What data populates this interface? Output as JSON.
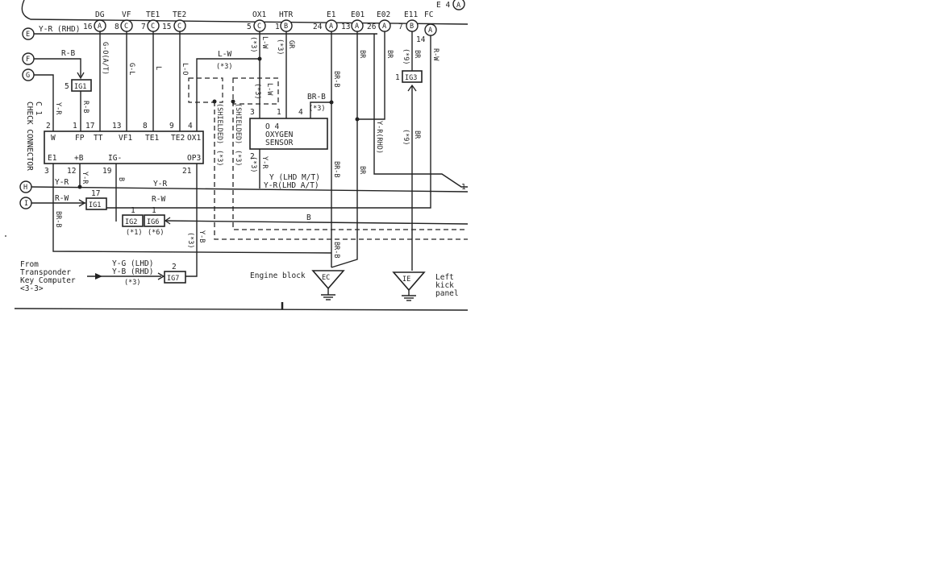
{
  "colors": {
    "ink": "#222222",
    "paper": "#ffffff"
  },
  "header_ref": {
    "label": "E 4",
    "letter": "A"
  },
  "top_connectors": {
    "dg": {
      "name": "DG",
      "pin": "16",
      "letter": "A"
    },
    "vf": {
      "name": "VF",
      "pin": "8",
      "letter": "C"
    },
    "te1": {
      "name": "TE1",
      "pin": "7",
      "letter": "C"
    },
    "te2": {
      "name": "TE2",
      "pin": "15",
      "letter": "C"
    },
    "ox1": {
      "name": "OX1",
      "pin": "5",
      "letter": "C"
    },
    "htr": {
      "name": "HTR",
      "pin": "1",
      "letter": "B"
    },
    "e1": {
      "name": "E1",
      "pin": "24",
      "letter": "A"
    },
    "e01": {
      "name": "E01",
      "pin": "13",
      "letter": "A"
    },
    "e02": {
      "name": "E02",
      "pin": "26",
      "letter": "A"
    },
    "e11": {
      "name": "E11",
      "pin": "7",
      "letter": "B"
    },
    "fc": {
      "name": "FC",
      "pin": "14",
      "letter": "A"
    }
  },
  "left_refs": [
    "E",
    "F",
    "G",
    "H",
    "I"
  ],
  "wire_colors": {
    "y_r_rhd": "Y-R (RHD)",
    "r_b": "R-B",
    "y_r": "Y-R",
    "g_o_at": "G-O(A/T)",
    "g_l": "G-L",
    "l": "L",
    "l_o": "L-O",
    "l_w": "L-W",
    "gr": "GR",
    "br_b": "BR-B",
    "br": "BR",
    "r_w": "R-W",
    "b": "B",
    "y_b": "Y-B",
    "y_lhd_mt": "Y (LHD M/T)",
    "y_r_lhd_at": "Y-R(LHD A/T)",
    "y_r_rhd2": "Y-R(RHD)"
  },
  "notes": {
    "n1": "(*1)",
    "n3": "(*3)",
    "n6": "(*6)",
    "n9": "(*9)"
  },
  "shielded": "(SHIELDED)",
  "check_connector": {
    "title1": "C 1",
    "title2": "CHECK CONNECTOR",
    "top_pins": {
      "w": "W",
      "fp": "FP",
      "tt": "TT",
      "vf1": "VF1",
      "te1": "TE1",
      "te2": "TE2",
      "ox1": "OX1"
    },
    "top_nums": {
      "w": "2",
      "fp": "1",
      "tt": "17",
      "vf1": "13",
      "te1": "8",
      "te2": "9",
      "ox1": "4"
    },
    "bot_pins": {
      "e1": "E1",
      "b": "+B",
      "ig": "IG-",
      "op3": "OP3"
    },
    "bot_nums": {
      "e1": "3",
      "b": "12",
      "ig": "19",
      "op3": "21"
    }
  },
  "oxygen_sensor": {
    "line1": "O 4",
    "line2": "OXYGEN",
    "line3": "SENSOR",
    "pin3": "3",
    "pin1": "1",
    "pin4": "4",
    "pin2": "2"
  },
  "splices": {
    "ig1_top": {
      "label": "IG1",
      "pin": "5"
    },
    "ig1_mid": {
      "label": "IG1",
      "pin": "17"
    },
    "ig2": {
      "label": "IG2",
      "pin": "1"
    },
    "ig6": {
      "label": "IG6",
      "pin": "1"
    },
    "ig7": {
      "label": "IG7",
      "pin": "2"
    },
    "ig3": {
      "label": "IG3",
      "pin": "1"
    }
  },
  "grounds": {
    "ec": {
      "label": "EC",
      "caption": "Engine block"
    },
    "ie": {
      "label": "IE",
      "caption1": "Left",
      "caption2": "kick",
      "caption3": "panel"
    }
  },
  "transponder": {
    "line1": "From",
    "line2": "Transponder",
    "line3": "Key Computer",
    "line4": "<3-3>",
    "wire1": "Y-G (LHD)",
    "wire2": "Y-B (RHD)"
  },
  "right_edge_num": "1"
}
